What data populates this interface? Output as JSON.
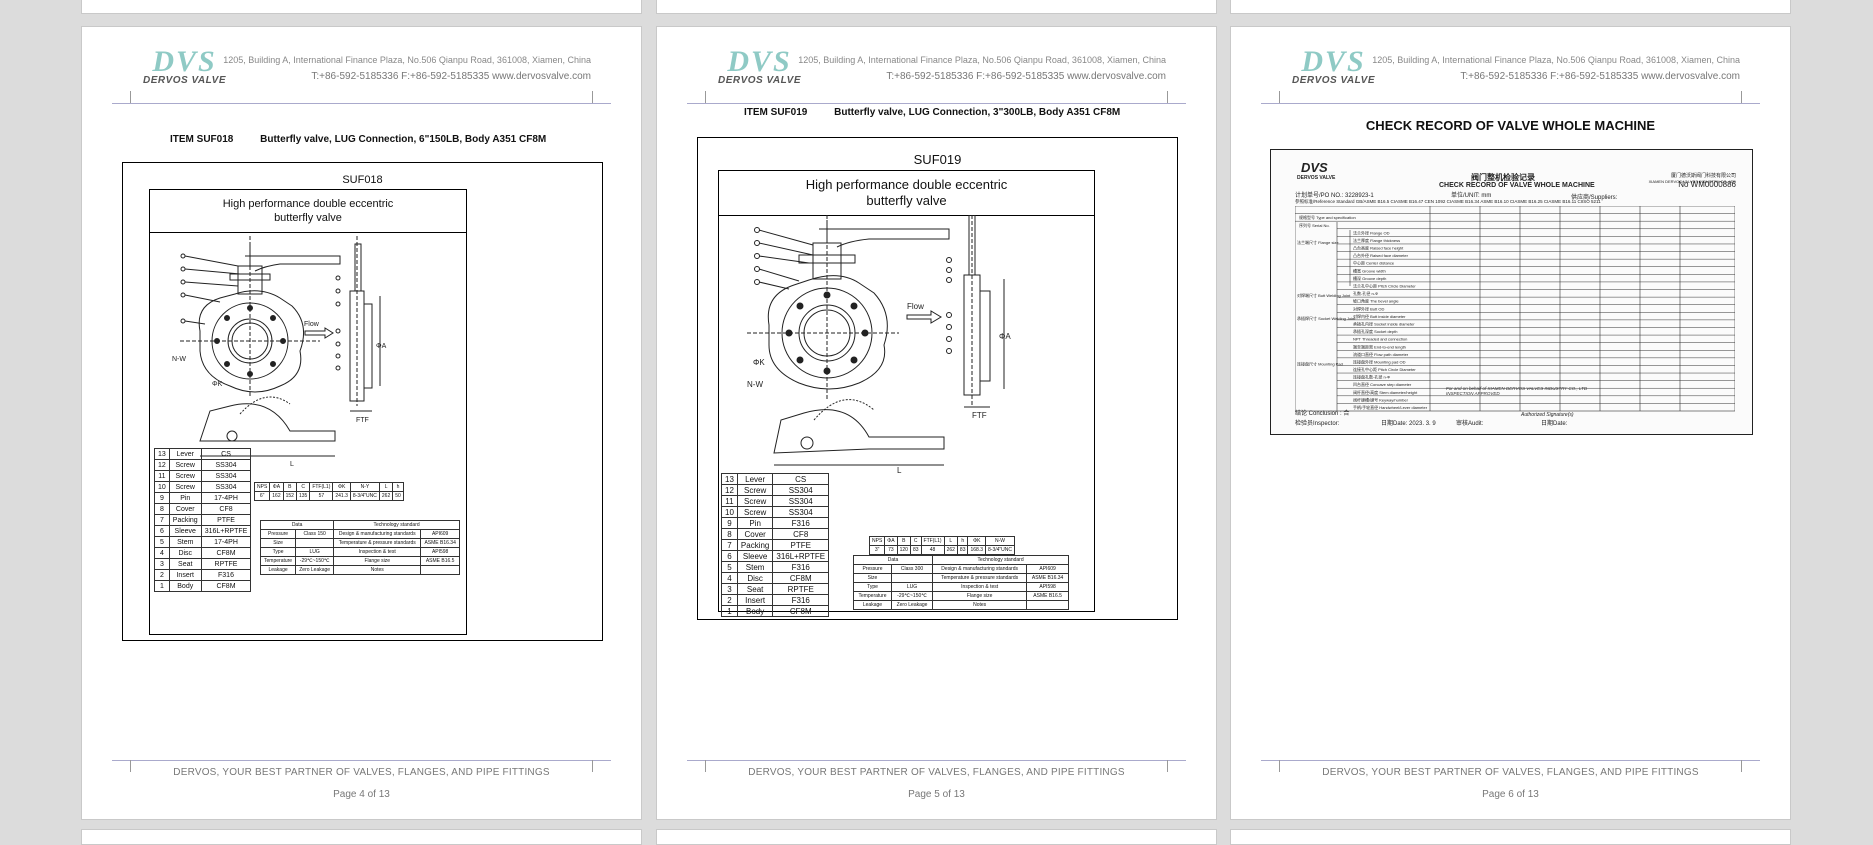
{
  "header": {
    "logo_text": "DVS",
    "logo_subtext": "DERVOS VALVE",
    "address": "1205, Building A, International Finance Plaza, No.506 Qianpu Road, 361008, Xiamen, China",
    "contact": "T:+86-592-5185336   F:+86-592-5185335   www.dervosvalve.com"
  },
  "footer": {
    "slogan": "DERVOS, YOUR BEST PARTNER OF VALVES, FLANGES, AND PIPE FITTINGS"
  },
  "pages": [
    {
      "item_code": "ITEM SUF018",
      "item_desc": "Butterfly valve, LUG Connection, 6\"150LB, Body A351 CF8M",
      "sheet_code": "SUF018",
      "drawing_title": "High performance double eccentric butterfly valve",
      "flow_label": "Flow",
      "page_number": "Page 4 of 13",
      "bom": [
        [
          "13",
          "Lever",
          "CS"
        ],
        [
          "12",
          "Screw",
          "SS304"
        ],
        [
          "11",
          "Screw",
          "SS304"
        ],
        [
          "10",
          "Screw",
          "SS304"
        ],
        [
          "9",
          "Pin",
          "17-4PH"
        ],
        [
          "8",
          "Cover",
          "CF8"
        ],
        [
          "7",
          "Packing",
          "PTFE"
        ],
        [
          "6",
          "Sleeve",
          "316L+RPTFE"
        ],
        [
          "5",
          "Stem",
          "17-4PH"
        ],
        [
          "4",
          "Disc",
          "CF8M"
        ],
        [
          "3",
          "Seat",
          "RPTFE"
        ],
        [
          "2",
          "Insert",
          "F316"
        ],
        [
          "1",
          "Body",
          "CF8M"
        ]
      ],
      "dim_headers": [
        "NPS",
        "ΦA",
        "B",
        "C",
        "FTF(L1)",
        "ΦK",
        "N-Y",
        "L",
        "h"
      ],
      "dim_values": [
        "6\"",
        "162",
        "152",
        "135",
        "57",
        "241.3",
        "8-3/4\"UNC",
        "262",
        "50"
      ],
      "spec_rows": [
        [
          "Data",
          "Technology standard"
        ],
        [
          "Pressure",
          "Class 150",
          "Design & manufacturing standards",
          "API609"
        ],
        [
          "Size",
          "",
          "Temperature & pressure standards",
          "ASME B16.34"
        ],
        [
          "Type",
          "LUG",
          "Inspection & test",
          "API598"
        ],
        [
          "Temperature",
          "-29℃~150℃",
          "Flange size",
          "ASME B16.5"
        ],
        [
          "Leakage",
          "Zero Leakage",
          "Notes",
          ""
        ]
      ]
    },
    {
      "item_code": "ITEM SUF019",
      "item_desc": "Butterfly valve, LUG Connection, 3\"300LB, Body A351 CF8M",
      "sheet_code": "SUF019",
      "drawing_title": "High performance double eccentric butterfly valve",
      "flow_label": "Flow",
      "page_number": "Page 5 of 13",
      "bom": [
        [
          "13",
          "Lever",
          "CS"
        ],
        [
          "12",
          "Screw",
          "SS304"
        ],
        [
          "11",
          "Screw",
          "SS304"
        ],
        [
          "10",
          "Screw",
          "SS304"
        ],
        [
          "9",
          "Pin",
          "F316"
        ],
        [
          "8",
          "Cover",
          "CF8"
        ],
        [
          "7",
          "Packing",
          "PTFE"
        ],
        [
          "6",
          "Sleeve",
          "316L+RPTFE"
        ],
        [
          "5",
          "Stem",
          "F316"
        ],
        [
          "4",
          "Disc",
          "CF8M"
        ],
        [
          "3",
          "Seat",
          "RPTFE"
        ],
        [
          "2",
          "Insert",
          "F316"
        ],
        [
          "1",
          "Body",
          "CF8M"
        ]
      ],
      "dim_headers": [
        "NPS",
        "ΦA",
        "B",
        "C",
        "FTF(L1)",
        "L",
        "h",
        "ΦK",
        "N-W"
      ],
      "dim_values": [
        "3\"",
        "73",
        "120",
        "83",
        "48",
        "262",
        "83",
        "168.3",
        "8-3/4\"UNC"
      ],
      "spec_rows": [
        [
          "Data",
          "Technology standard"
        ],
        [
          "Pressure",
          "Class 300",
          "Design & manufacturing standards",
          "API609"
        ],
        [
          "Size",
          "",
          "Temperature & pressure standards",
          "ASME B16.34"
        ],
        [
          "Type",
          "LUG",
          "Inspection & test",
          "API598"
        ],
        [
          "Temperature",
          "-29℃~150℃",
          "Flange size",
          "ASME B16.5"
        ],
        [
          "Leakage",
          "Zero Leakage",
          "Notes",
          ""
        ]
      ]
    },
    {
      "record_title": "CHECK RECORD OF VALVE WHOLE MACHINE",
      "page_number": "Page 6 of 13",
      "scan": {
        "logo_text": "DVS",
        "logo_sub": "DERVOS VALVE",
        "company": "厦门德沃斯阀门科技有限公司",
        "company_en": "XIAMEN DERVOS VALVES INDUSTRY CO.,LTD",
        "cn_title": "阀门整机检验记录",
        "en_title": "CHECK RECORD OF VALVE WHOLE MACHINE",
        "record_no": "No WM0000886",
        "po": "计划单号/PO NO.: 3228923-1",
        "unit": "单位/UNIT:  mm",
        "supplier": "供应商/Suppliers:",
        "standards": "参照标准/Reference Standard  GB/ASME B16.5   CIASME B16.47   CEN 1092   CIASME B16.34   ASME B16.10   CIASME B16.25   CIASME B16.11   CIISO 5211",
        "rows": [
          "规格型号 Type and specification",
          "序列号 Serial No.",
          "法兰外径 Flange OD",
          "法兰厚度 Flange thickness",
          "凸台高度 Raised face height",
          "凸台外径 Raised face diameter",
          "中心距 Center distance",
          "槽宽 Groove width",
          "槽深 Groove depth",
          "法兰孔中心距 Pitch Circle Diameter",
          "孔数-孔径 n-Φ",
          "坡口角度 The bevel angle",
          "对焊外径 Butt OD",
          "对焊内径 Butt inside diameter",
          "承插孔内径 Socket inside diameter",
          "承插孔深度 Socket depth",
          "NPT Threaded and connection",
          "端至端距离 End-to-end length",
          "流道口直径 Flow path diameter",
          "连接盘外径 Mounting pad OD",
          "连接孔中心距 Pitch Circle Diameter",
          "连接盘孔数-孔径 n-Φ",
          "凹台直径 Concave step diameter",
          "阀杆直径/高度 Stem diameter/height",
          "阀杆键槽/键号 Keyway/number",
          "手柄/手轮直径 Handwheel/Lever diameter"
        ],
        "groups": [
          "法兰端尺寸 Flange size",
          "对焊端尺寸 Butt Welding Joint",
          "承插焊尺寸 Socket Welding Joint",
          "连接盘尺寸 Mounting Pad"
        ],
        "conclusion": "结论 Conclusion : 合",
        "inspector": "检验员Inspector:",
        "date1": "日期Date: 2023. 3. 9",
        "audit": "审核Audit:",
        "date2": "日期Date:",
        "stamp": "For and on behalf of XIAMEN DERVOS VALVES INDUSTRY CO., LTD INSPECTION APPROVED",
        "signature": "Authorized Signature(s)"
      }
    }
  ]
}
